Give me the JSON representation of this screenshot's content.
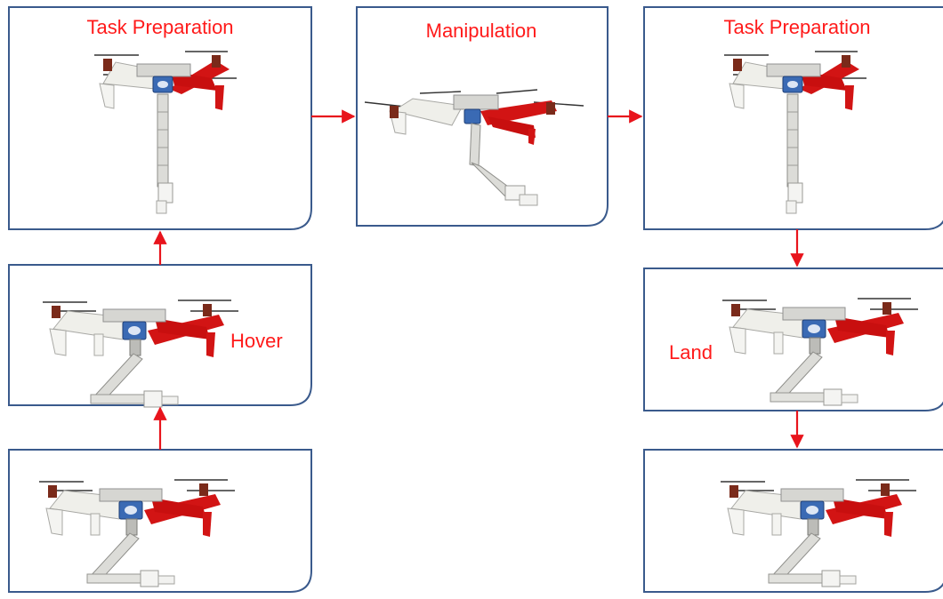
{
  "colors": {
    "border": "#3a5a8c",
    "arrow": "#e8141c",
    "label": "#ff1a1a",
    "frame_white": "#f2f2ef",
    "arm_red": "#d21414",
    "payload_blue": "#3a6ab4"
  },
  "panels": [
    {
      "id": "top-left",
      "label": "Task Preparation",
      "pose": "arm-down"
    },
    {
      "id": "top-middle",
      "label": "Manipulation",
      "pose": "arm-reach"
    },
    {
      "id": "top-right",
      "label": "Task Preparation",
      "pose": "arm-down"
    },
    {
      "id": "middle-left",
      "label": "Hover",
      "pose": "arm-folded"
    },
    {
      "id": "middle-right",
      "label": "Land",
      "pose": "arm-folded"
    },
    {
      "id": "bottom-left",
      "label": "",
      "pose": "arm-folded"
    },
    {
      "id": "bottom-right",
      "label": "",
      "pose": "arm-folded"
    }
  ],
  "icons": [
    "drone-with-robotic-arm-icon",
    "arrow-right-icon",
    "arrow-up-icon",
    "arrow-down-icon"
  ]
}
